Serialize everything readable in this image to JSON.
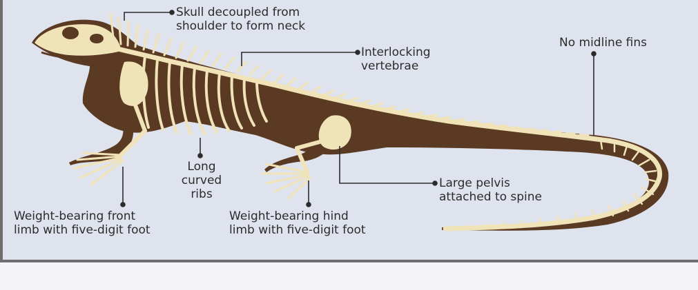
{
  "figure": {
    "labels": {
      "skull_line1": "Skull decoupled from",
      "skull_line2": "shoulder to form neck",
      "vertebrae_line1": "Interlocking",
      "vertebrae_line2": "vertebrae",
      "fins": "No midline fins",
      "ribs_line1": "Long",
      "ribs_line2": "curved",
      "ribs_line3": "ribs",
      "pelvis_line1": "Large pelvis",
      "pelvis_line2": "attached to spine",
      "front_limb_line1": "Weight-bearing front",
      "front_limb_line2": "limb with five-digit foot",
      "hind_limb_line1": "Weight-bearing hind",
      "hind_limb_line2": "limb with five-digit foot"
    },
    "colors": {
      "panel_background": "#dfe3ee",
      "body_silhouette": "#5a3a22",
      "bone": "#f1e3b8",
      "text": "#2d2b2b",
      "leader_line": "#2d2b2b",
      "border": "#6f6d6d"
    }
  }
}
